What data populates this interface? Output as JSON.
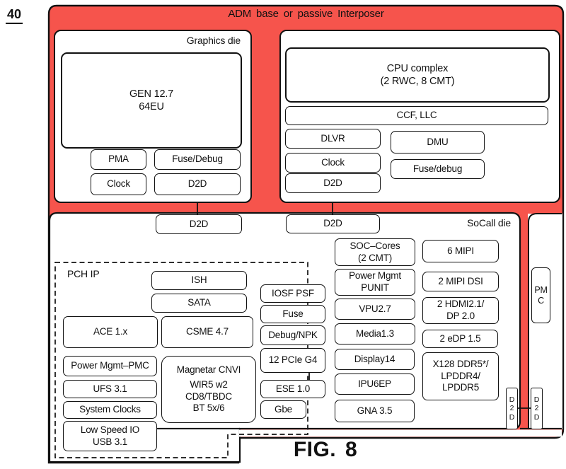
{
  "figure": {
    "ref": "40",
    "caption": "FIG. 8"
  },
  "colors": {
    "interposer_red": "#f6544c",
    "line_black": "#111111",
    "box_white": "#ffffff"
  },
  "interposer": {
    "title": "ADM base or passive Interposer"
  },
  "graphics_die": {
    "label": "Graphics die",
    "gen_line1": "GEN 12.7",
    "gen_line2": "64EU",
    "pma": "PMA",
    "fuse_debug": "Fuse/Debug",
    "clock": "Clock",
    "d2d": "D2D"
  },
  "cpu_die": {
    "complex_line1": "CPU complex",
    "complex_line2": "(2 RWC, 8 CMT)",
    "ccf": "CCF, LLC",
    "dlvr": "DLVR",
    "dmu": "DMU",
    "clock": "Clock",
    "fuse_debug": "Fuse/debug",
    "d2d": "D2D"
  },
  "soc": {
    "label": "SoCall die",
    "d2d_top_left": "D2D",
    "d2d_top_right": "D2D",
    "pch": {
      "label": "PCH IP",
      "ish": "ISH",
      "sata": "SATA",
      "ace": "ACE 1.x",
      "csme": "CSME 4.7",
      "power_mgmt": "Power Mgmt–PMC",
      "ufs": "UFS 3.1",
      "system_clocks": "System Clocks",
      "low_speed_line1": "Low Speed IO",
      "low_speed_line2": "USB 3.1",
      "magnetar_line1": "Magnetar CNVI",
      "magnetar_line2": "WIR5 w2",
      "magnetar_line3": "CD8/TBDC",
      "magnetar_line4": "BT 5x/6"
    },
    "io_column": {
      "iosf": "IOSF PSF",
      "fuse": "Fuse",
      "debug_npk": "Debug/NPK",
      "pcie": "12 PCIe G4",
      "ese": "ESE 1.0",
      "gbe": "Gbe"
    },
    "core_column": {
      "soc_cores_line1": "SOC–Cores",
      "soc_cores_line2": "(2 CMT)",
      "punit_line1": "Power Mgmt",
      "punit_line2": "PUNIT",
      "vpu": "VPU2.7",
      "media": "Media1.3",
      "display": "Display14",
      "ipu": "IPU6EP",
      "gna": "GNA 3.5"
    },
    "phy_column": {
      "mipi": "6 MIPI",
      "mipi_dsi": "2 MIPI DSI",
      "hdmi_line1": "2 HDMI2.1/",
      "hdmi_line2": "DP 2.0",
      "edp": "2 eDP 1.5",
      "ddr_line1": "X128 DDR5*/",
      "ddr_line2": "LPDDR4/",
      "ddr_line3": "LPDDR5"
    },
    "pmc": "PMC",
    "d2d_bottom_left": "D2D",
    "d2d_bottom_right": "D2D"
  }
}
